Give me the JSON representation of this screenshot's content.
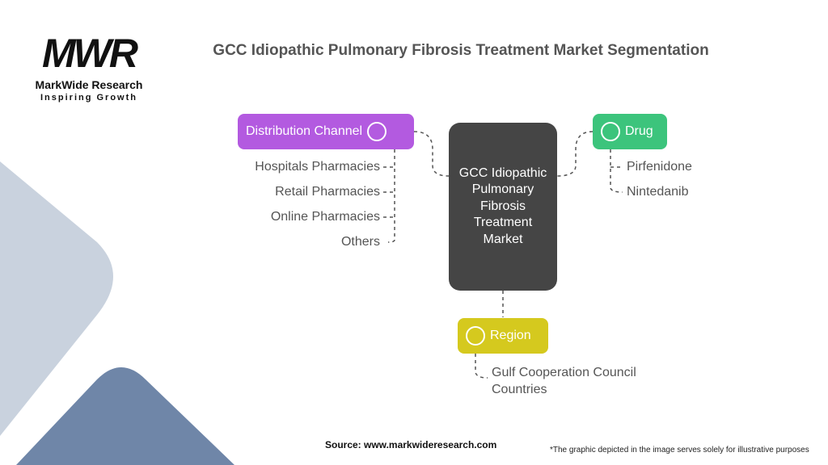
{
  "brand": {
    "logo_text": "MWR",
    "name": "MarkWide Research",
    "tagline": "Inspiring Growth"
  },
  "title": "GCC Idiopathic Pulmonary Fibrosis Treatment Market Segmentation",
  "center": "GCC Idiopathic Pulmonary Fibrosis Treatment Market",
  "segments": {
    "distribution": {
      "label": "Distribution Channel",
      "color": "#b35ae0",
      "items": [
        "Hospitals Pharmacies",
        "Retail Pharmacies",
        "Online Pharmacies",
        "Others"
      ]
    },
    "drug": {
      "label": "Drug",
      "color": "#3cc47c",
      "items": [
        "Pirfenidone",
        "Nintedanib"
      ]
    },
    "region": {
      "label": "Region",
      "color": "#d5c91e",
      "items": [
        "Gulf Cooperation Council Countries"
      ]
    }
  },
  "footer": {
    "source": "Source: www.markwideresearch.com",
    "note": "*The graphic depicted in the image serves solely for illustrative purposes"
  }
}
